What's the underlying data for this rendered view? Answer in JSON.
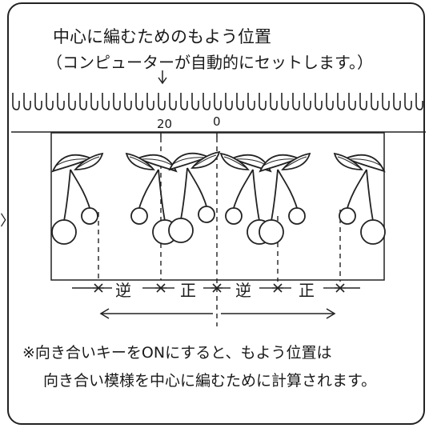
{
  "diagram": {
    "side_marker": "〉",
    "title": "中心に編むためのもよう位置",
    "subtitle": "（コンピューターが自動的にセットします。）",
    "tick_label_left": "20",
    "tick_label_center": "0",
    "direction_labels": [
      "逆",
      "正",
      "逆",
      "正"
    ],
    "note_line1": "※向き合いキーをONにすると、もよう位置は",
    "note_line2": "向き合い模様を中心に編むために計算されます。"
  }
}
